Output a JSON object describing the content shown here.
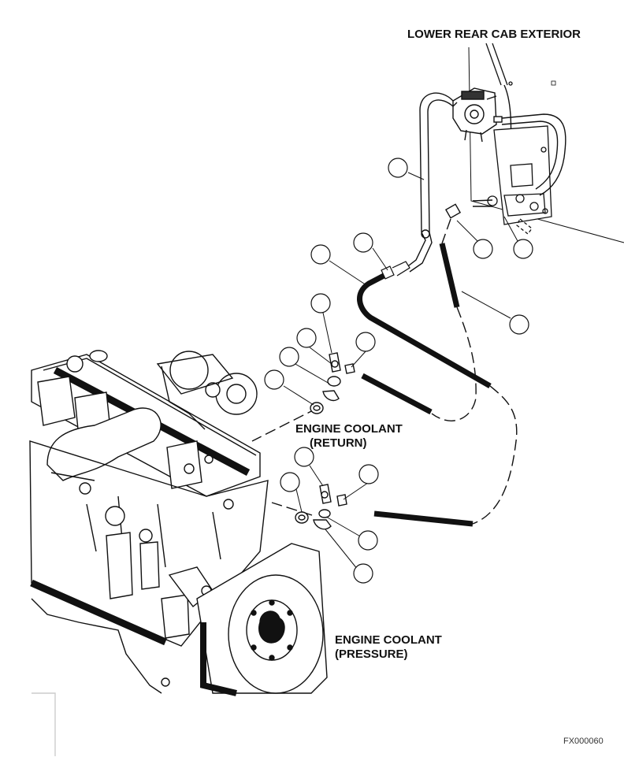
{
  "labels": {
    "cab_exterior": "LOWER REAR CAB EXTERIOR",
    "return_line": [
      "ENGINE COOLANT",
      "(RETURN)"
    ],
    "pressure_line": [
      "ENGINE COOLANT",
      "(PRESSURE)"
    ],
    "figure_code": "FX000060"
  },
  "callouts": {
    "count": 16,
    "contents": "blank"
  },
  "colors": {
    "line": "#111111",
    "hose": "#111111",
    "background": "#ffffff"
  }
}
